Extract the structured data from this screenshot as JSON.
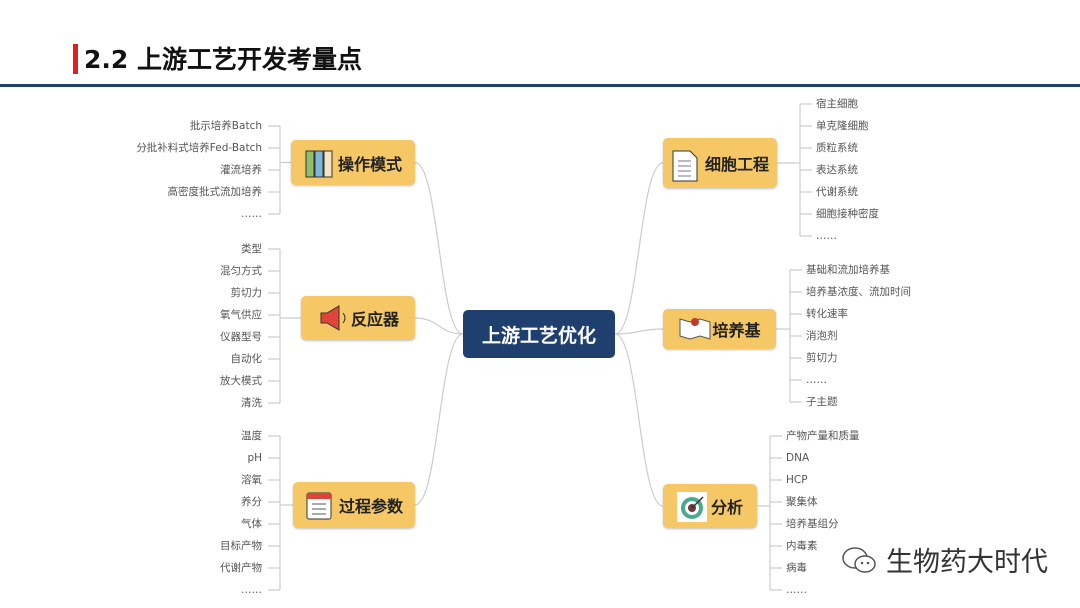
{
  "title": "2.2 上游工艺开发考量点",
  "center": "上游工艺优化",
  "branches": [
    {
      "label": "操作模式",
      "icon": "binders-icon",
      "side": "left",
      "items": [
        "批示培养Batch",
        "分批补料式培养Fed-Batch",
        "灌流培养",
        "高密度批式流加培养",
        "……"
      ]
    },
    {
      "label": "反应器",
      "icon": "megaphone-icon",
      "side": "left",
      "items": [
        "类型",
        "混匀方式",
        "剪切力",
        "氧气供应",
        "仪器型号",
        "自动化",
        "放大模式",
        "清洗"
      ]
    },
    {
      "label": "过程参数",
      "icon": "checklist-icon",
      "side": "left",
      "items": [
        "温度",
        "pH",
        "溶氧",
        "养分",
        "气体",
        "目标产物",
        "代谢产物",
        "……"
      ]
    },
    {
      "label": "细胞工程",
      "icon": "document-icon",
      "side": "right",
      "items": [
        "宿主细胞",
        "单克隆细胞",
        "质粒系统",
        "表达系统",
        "代谢系统",
        "细胞接种密度",
        "……"
      ]
    },
    {
      "label": "培养基",
      "icon": "map-icon",
      "side": "right",
      "items": [
        "基础和流加培养基",
        "培养基浓度、流加时间",
        "转化速率",
        "消泡剂",
        "剪切力",
        "……",
        "子主题"
      ]
    },
    {
      "label": "分析",
      "icon": "target-icon",
      "side": "right",
      "items": [
        "产物产量和质量",
        "DNA",
        "HCP",
        "聚集体",
        "培养基组分",
        "内毒素",
        "病毒",
        "……"
      ]
    }
  ],
  "watermark": "生物药大时代",
  "colors": {
    "node": "#f5c865",
    "center": "#1f3f6e",
    "accent": "#e02020"
  }
}
